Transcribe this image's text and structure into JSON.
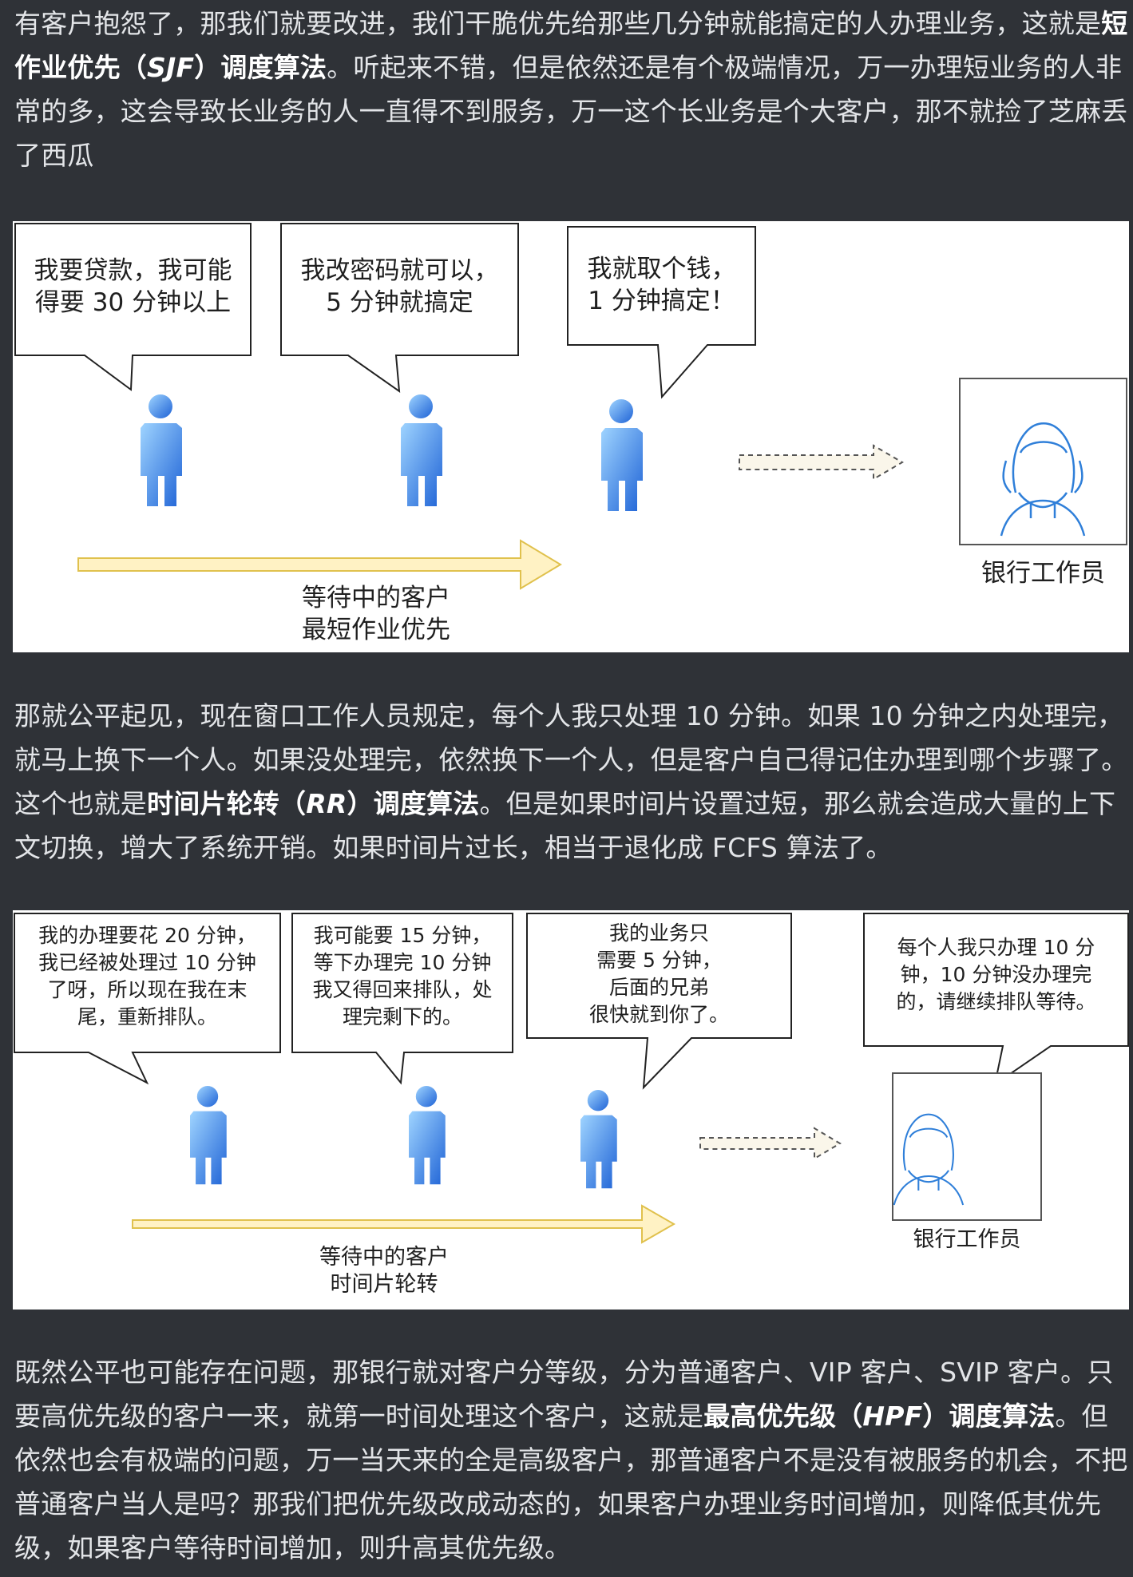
{
  "sections": [
    {
      "paragraph": {
        "segments": [
          {
            "text": "有客户抱怨了，那我们就要改进，我们干脆优先给那些几分钟就能搞定的人办理业务，这就是",
            "style": "normal"
          },
          {
            "text": "短作业优先（",
            "style": "bold"
          },
          {
            "text": "SJF",
            "style": "bold-italic"
          },
          {
            "text": "）调度算法",
            "style": "bold"
          },
          {
            "text": "。听起来不错，但是依然还是有个极端情况，万一办理短业务的人非常的多，这会导致长业务的人一直得不到服务，万一这个长业务是个大客户，那不就捡了芝麻丢了西瓜",
            "style": "normal"
          }
        ]
      }
    },
    {
      "diagram1": {
        "bubbles": [
          "我要贷款，我可能\n得要 30 分钟以上",
          "我改密码就可以，\n5 分钟就搞定",
          "我就取个钱，\n1 分钟搞定！"
        ],
        "queue_caption": "等待中的客户\n最短作业优先",
        "teller_label": "银行工作员"
      }
    },
    {
      "paragraph": {
        "segments": [
          {
            "text": "那就公平起见，现在窗口工作人员规定，每个人我只处理 10 分钟。如果 10 分钟之内处理完，就马上换下一个人。如果没处理完，依然换下一个人，但是客户自己得记住办理到哪个步骤了。这个也就是",
            "style": "normal"
          },
          {
            "text": "时间片轮转（",
            "style": "bold"
          },
          {
            "text": "RR",
            "style": "bold-italic"
          },
          {
            "text": "）调度算法",
            "style": "bold"
          },
          {
            "text": "。但是如果时间片设置过短，那么就会造成大量的上下文切换，增大了系统开销。如果时间片过长，相当于退化成 FCFS 算法了。",
            "style": "normal"
          }
        ]
      }
    },
    {
      "diagram2": {
        "bubbles": [
          "我的办理要花 20 分钟，\n我已经被处理过 10 分钟\n了呀，所以现在我在末\n尾，重新排队。",
          "我可能要 15 分钟，\n等下办理完 10 分钟\n我又得回来排队，处\n理完剩下的。",
          "我的业务只\n需要 5 分钟，\n后面的兄弟\n很快就到你了。",
          "每个人我只办理 10 分\n钟，10 分钟没办理完\n的，请继续排队等待。"
        ],
        "queue_caption": "等待中的客户\n时间片轮转",
        "teller_label": "银行工作员"
      }
    },
    {
      "paragraph": {
        "segments": [
          {
            "text": "既然公平也可能存在问题，那银行就对客户分等级，分为普通客户、VIP 客户、SVIP 客户。只要高优先级的客户一来，就第一时间处理这个客户，这就是",
            "style": "normal"
          },
          {
            "text": "最高优先级（",
            "style": "bold"
          },
          {
            "text": "HPF",
            "style": "bold-italic"
          },
          {
            "text": "）调度算法",
            "style": "bold"
          },
          {
            "text": "。但依然也会有极端的问题，万一当天来的全是高级客户，那普通客户不是没有被服务的机会，不把普通客户当人是吗？那我们把优先级改成动态的，如果客户办理业务时间增加，则降低其优先级，如果客户等待时间增加，则升高其优先级。",
            "style": "normal"
          }
        ]
      }
    }
  ]
}
